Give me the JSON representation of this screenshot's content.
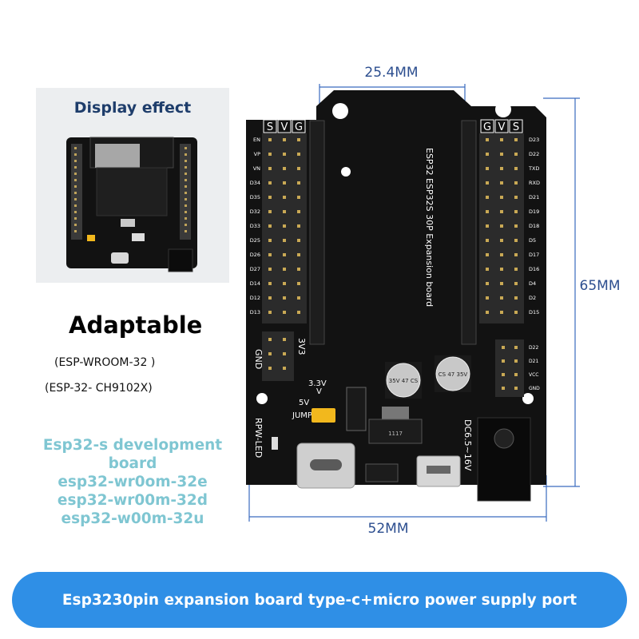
{
  "display_card": {
    "title": "Display effect"
  },
  "adaptable": {
    "heading": "Adaptable",
    "models": [
      "(ESP-WROOM-32 )",
      "(ESP-32- CH9102X)"
    ]
  },
  "variants": [
    "Esp32-s development",
    "board",
    "esp32-wr0om-32e",
    "esp32-wr00m-32d",
    "esp32-w00m-32u"
  ],
  "dimensions": {
    "header_pitch": "25.4MM",
    "height": "65MM",
    "width": "52MM"
  },
  "board": {
    "silk_title": "ESP32 ESP32S 30P Expansion board",
    "header_labels_left": [
      "S",
      "V",
      "G"
    ],
    "header_labels_right": [
      "G",
      "V",
      "S"
    ],
    "pins_left": [
      "EN",
      "VP",
      "VN",
      "D34",
      "D35",
      "D32",
      "D33",
      "D25",
      "D26",
      "D27",
      "D14",
      "D12",
      "D13"
    ],
    "pins_right": [
      "D23",
      "D22",
      "TXD",
      "RXD",
      "D21",
      "D19",
      "D18",
      "D5",
      "D17",
      "D16",
      "D4",
      "D2",
      "D15"
    ],
    "power_pins": [
      "D22",
      "D21",
      "VCC",
      "GND"
    ],
    "gnd_label": "GND",
    "v33_label": "3V3",
    "v5_label": "5V",
    "v33_jump": "3.3V",
    "v_label": "V",
    "v5_jump": "5V",
    "jump_label": "JUMP",
    "rpw_led": "RPW-LED",
    "dc_label": "DC6.5~16V",
    "cap_label_1": "35V 47 CS",
    "cap_label_2": "CS 47 35V",
    "reg_label": "1117"
  },
  "colors": {
    "accent": "#2f8fe6",
    "variant_text": "#7fc6d2",
    "dimension_line": "#3a6bbf",
    "board": "#111111"
  },
  "banner": {
    "text": "Esp3230pin expansion board type-c+micro power supply port"
  }
}
